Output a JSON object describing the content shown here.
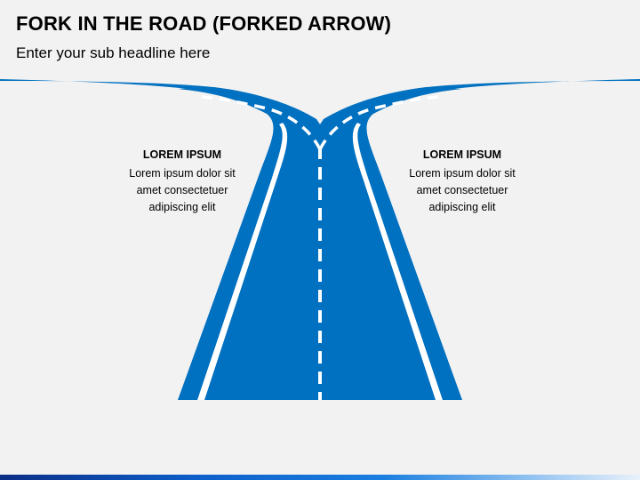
{
  "slide": {
    "title": "FORK IN THE ROAD (FORKED ARROW)",
    "subtitle": "Enter your sub headline here"
  },
  "blocks": [
    {
      "heading": "LOREM IPSUM",
      "body": "Lorem ipsum dolor sit\namet consectetuer\nadipiscing elit"
    },
    {
      "heading": "LOREM IPSUM",
      "body": "Lorem ipsum dolor sit\namet consectetuer\nadipiscing elit"
    }
  ],
  "colors": {
    "road": "#0070c0",
    "markings": "#ffffff",
    "background": "#f2f2f2"
  }
}
